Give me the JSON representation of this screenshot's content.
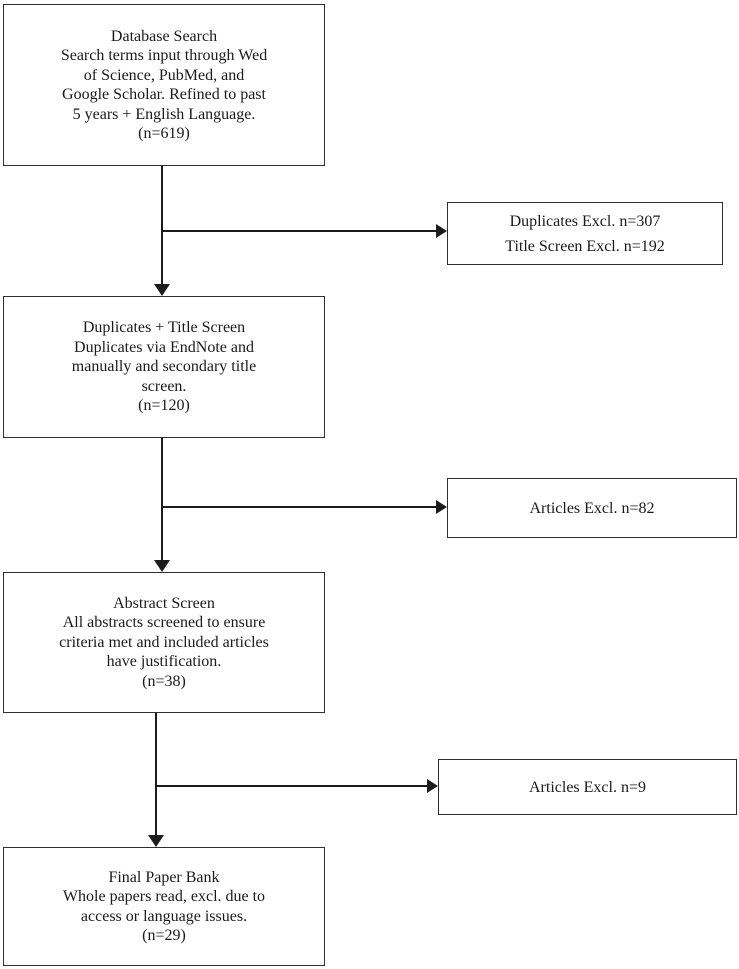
{
  "theme": {
    "background": "#ffffff",
    "box_border_color": "#2f2f2f",
    "arrow_color": "#1c1c1c",
    "text_color": "#1a1a1a"
  },
  "flowchart": {
    "database_search": {
      "title": "Database Search",
      "n": 619,
      "lines": [
        "Database Search",
        "Search terms input through Wed",
        "of Science, PubMed, and",
        "Google Scholar. Refined to past",
        "5 years + English Language.",
        "(n=619)"
      ]
    },
    "duplicates_title_screen": {
      "title": "Duplicates + Title Screen",
      "n": 120,
      "lines": [
        "Duplicates + Title Screen",
        "Duplicates via EndNote and",
        "manually and secondary title",
        "screen.",
        "(n=120)"
      ]
    },
    "abstract_screen": {
      "title": "Abstract Screen",
      "n": 38,
      "lines": [
        "Abstract Screen",
        "All abstracts screened to ensure",
        "criteria met and included articles",
        "have justification.",
        "(n=38)"
      ]
    },
    "final_paper_bank": {
      "title": "Final Paper Bank",
      "n": 29,
      "lines": [
        "Final Paper Bank",
        "Whole papers read, excl. due to",
        "access or language issues.",
        "(n=29)"
      ]
    },
    "duplicates_excluded": {
      "n_duplicates": 307,
      "n_title_screen": 192,
      "lines": [
        "Duplicates Excl. n=307",
        "Title Screen Excl. n=192"
      ]
    },
    "articles_excluded_abstract": {
      "n": 82,
      "lines": [
        "Articles Excl. n=82"
      ]
    },
    "articles_excluded_full_text": {
      "n": 9,
      "lines": [
        "Articles Excl. n=9"
      ]
    }
  }
}
